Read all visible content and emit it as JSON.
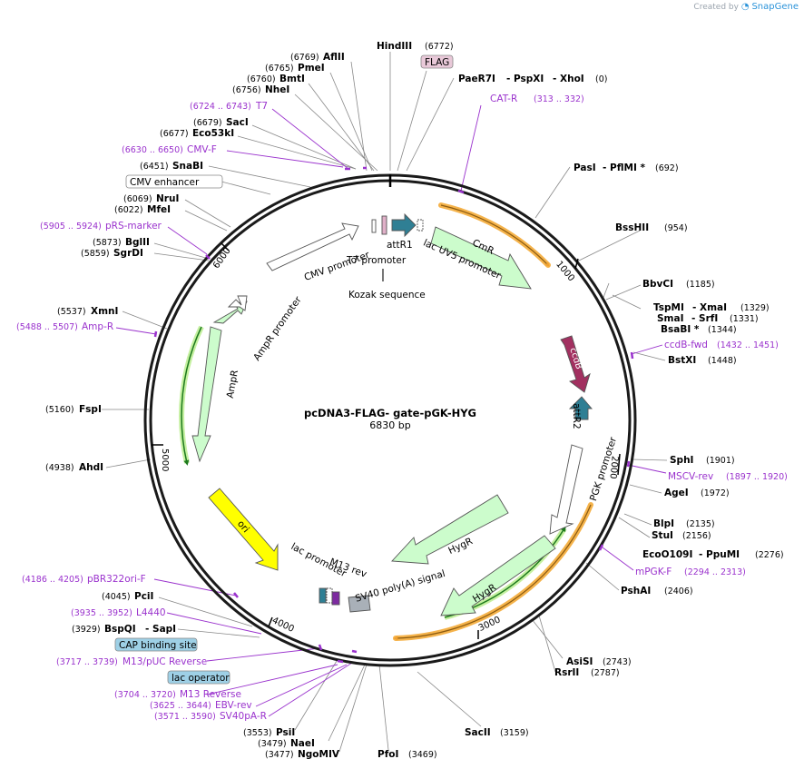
{
  "header": {
    "created_by": "Created by",
    "brand": "SnapGene"
  },
  "plasmid": {
    "name": "pcDNA3-FLAG- gate-pGK-HYG",
    "size": "6830 bp"
  },
  "ticks": [
    "1000",
    "2000",
    "3000",
    "4000",
    "5000",
    "6000"
  ],
  "enzymes_top": [
    {
      "name": "HindIII",
      "pos": "(6772)"
    },
    {
      "name": "AflII",
      "pos": "(6769)"
    },
    {
      "name": "PmeI",
      "pos": "(6765)"
    },
    {
      "name": "BmtI",
      "pos": "(6760)"
    },
    {
      "name": "NheI",
      "pos": "(6756)"
    },
    {
      "name": "SacI",
      "pos": "(6679)"
    },
    {
      "name": "Eco53kI",
      "pos": "(6677)"
    },
    {
      "name": "SnaBI",
      "pos": "(6451)"
    },
    {
      "name": "NruI",
      "pos": "(6069)"
    },
    {
      "name": "MfeI",
      "pos": "(6022)"
    },
    {
      "name": "BglII",
      "pos": "(5873)"
    },
    {
      "name": "SgrDI",
      "pos": "(5859)"
    },
    {
      "name": "XmnI",
      "pos": "(5537)"
    },
    {
      "name": "FspI",
      "pos": "(5160)"
    },
    {
      "name": "AhdI",
      "pos": "(4938)"
    },
    {
      "name": "PciI",
      "pos": "(4045)"
    },
    {
      "name": "BspQI",
      "pos": "(3929)"
    },
    {
      "name": "PsiI",
      "pos": "(3553)"
    },
    {
      "name": "NaeI",
      "pos": "(3479)"
    },
    {
      "name": "NgoMIV",
      "pos": "(3477)"
    },
    {
      "name": "PfoI",
      "pos": "(3469)"
    },
    {
      "name": "SacII",
      "pos": "(3159)"
    },
    {
      "name": "AsiSI",
      "pos": "(2743)"
    },
    {
      "name": "RsrII",
      "pos": "(2787)"
    },
    {
      "name": "PshAI",
      "pos": "(2406)"
    },
    {
      "name": "BlpI",
      "pos": "(2135)"
    },
    {
      "name": "StuI",
      "pos": "(2156)"
    },
    {
      "name": "AgeI",
      "pos": "(1972)"
    },
    {
      "name": "SphI",
      "pos": "(1901)"
    },
    {
      "name": "BstXI",
      "pos": "(1448)"
    },
    {
      "name": "BbvCI",
      "pos": "(1185)"
    },
    {
      "name": "BssHII",
      "pos": "(954)"
    },
    {
      "name": "PasI",
      "pos": "(692)"
    }
  ],
  "enzyme_groups": {
    "paer7i": {
      "n1": "PaeR7I",
      "n2": "- PspXI",
      "n3": "- XhoI",
      "pos": "(0)"
    },
    "pflmi": {
      "n2": "- PflMI *"
    },
    "xmai": {
      "n1": "TspMI",
      "n2": "- XmaI",
      "pos": "(1329)"
    },
    "srfi": {
      "n1": "SmaI",
      "n2": "- SrfI",
      "pos": "(1331)"
    },
    "bsabi": {
      "n1": "BsaBI *",
      "pos": "(1344)"
    },
    "ppumi": {
      "n1": "EcoO109I",
      "n2": "- PpuMI",
      "pos": "(2276)"
    },
    "sapi": {
      "n2": "- SapI"
    }
  },
  "primers": {
    "t7": {
      "name": "T7",
      "pos": "(6724 .. 6743)"
    },
    "cmvf": {
      "name": "CMV-F",
      "pos": "(6630 .. 6650)"
    },
    "prs": {
      "name": "pRS-marker",
      "pos": "(5905 .. 5924)"
    },
    "ampr": {
      "name": "Amp-R",
      "pos": "(5488 .. 5507)"
    },
    "catr": {
      "name": "CAT-R",
      "pos": "(313 .. 332)"
    },
    "ccdbfwd": {
      "name": "ccdB-fwd",
      "pos": "(1432 .. 1451)"
    },
    "msclrev": {
      "name": "MSCV-rev",
      "pos": "(1897 .. 1920)"
    },
    "mpgkf": {
      "name": "mPGK-F",
      "pos": "(2294 .. 2313)"
    },
    "pbr": {
      "name": "pBR322ori-F",
      "pos": "(4186 .. 4205)"
    },
    "l4440": {
      "name": "L4440",
      "pos": "(3935 .. 3952)"
    },
    "m13puc": {
      "name": "M13/pUC Reverse",
      "pos": "(3717 .. 3739)"
    },
    "m13rev": {
      "name": "M13 Reverse",
      "pos": "(3704 .. 3720)"
    },
    "ebv": {
      "name": "EBV-rev",
      "pos": "(3625 .. 3644)"
    },
    "sv40pa": {
      "name": "SV40pA-R",
      "pos": "(3571 .. 3590)"
    }
  },
  "boxed_labels": {
    "flag": "FLAG",
    "cmv_enhancer": "CMV enhancer",
    "cap": "CAP binding site",
    "lacop": "lac operator"
  },
  "features": {
    "cmv_promoter": "CMV promoter",
    "t7_promoter": "T7 promoter",
    "attr1": "attR1",
    "lacuv5": "lac UV5 promoter",
    "kozak": "Kozak sequence",
    "cmr": "CmR",
    "ccdb": "ccdB",
    "attr2": "attR2",
    "pgk": "PGK promoter",
    "hygr1": "HygR",
    "hygr2": "HygR",
    "sv40": "SV40 poly(A) signal",
    "m13rev_feat": "M13 rev",
    "lacpro": "lac promoter",
    "ori": "ori",
    "ampr": "AmpR",
    "ampr_promoter": "AmpR promoter"
  },
  "colors": {
    "backbone": "#1a1a1a",
    "primer": "#9a32cd",
    "green_feature": "#ccfccc",
    "ori": "#ffff00",
    "ccdb": "#a23060",
    "att": "#2f7f94",
    "orf_highlight": "#f5b34b"
  }
}
